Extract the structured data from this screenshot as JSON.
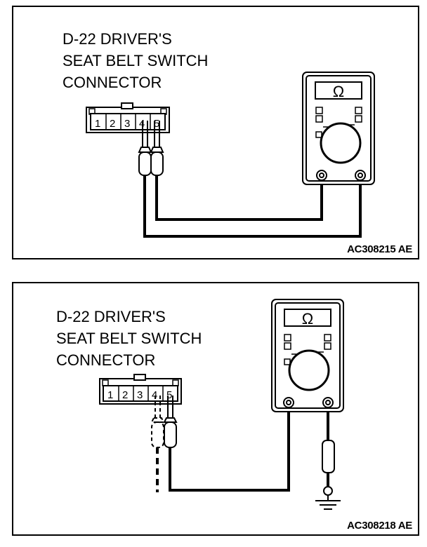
{
  "panels": [
    {
      "caption_lines": [
        "D-22 DRIVER'S",
        "SEAT BELT SWITCH",
        "CONNECTOR"
      ],
      "pin_labels": [
        "1",
        "2",
        "3",
        "4",
        "5"
      ],
      "meter_symbol": "Ω",
      "figure_code": "AC308215 AE"
    },
    {
      "caption_lines": [
        "D-22 DRIVER'S",
        "SEAT BELT SWITCH",
        "CONNECTOR"
      ],
      "pin_labels": [
        "1",
        "2",
        "3",
        "4",
        "5"
      ],
      "meter_symbol": "Ω",
      "figure_code": "AC308218 AE"
    }
  ]
}
